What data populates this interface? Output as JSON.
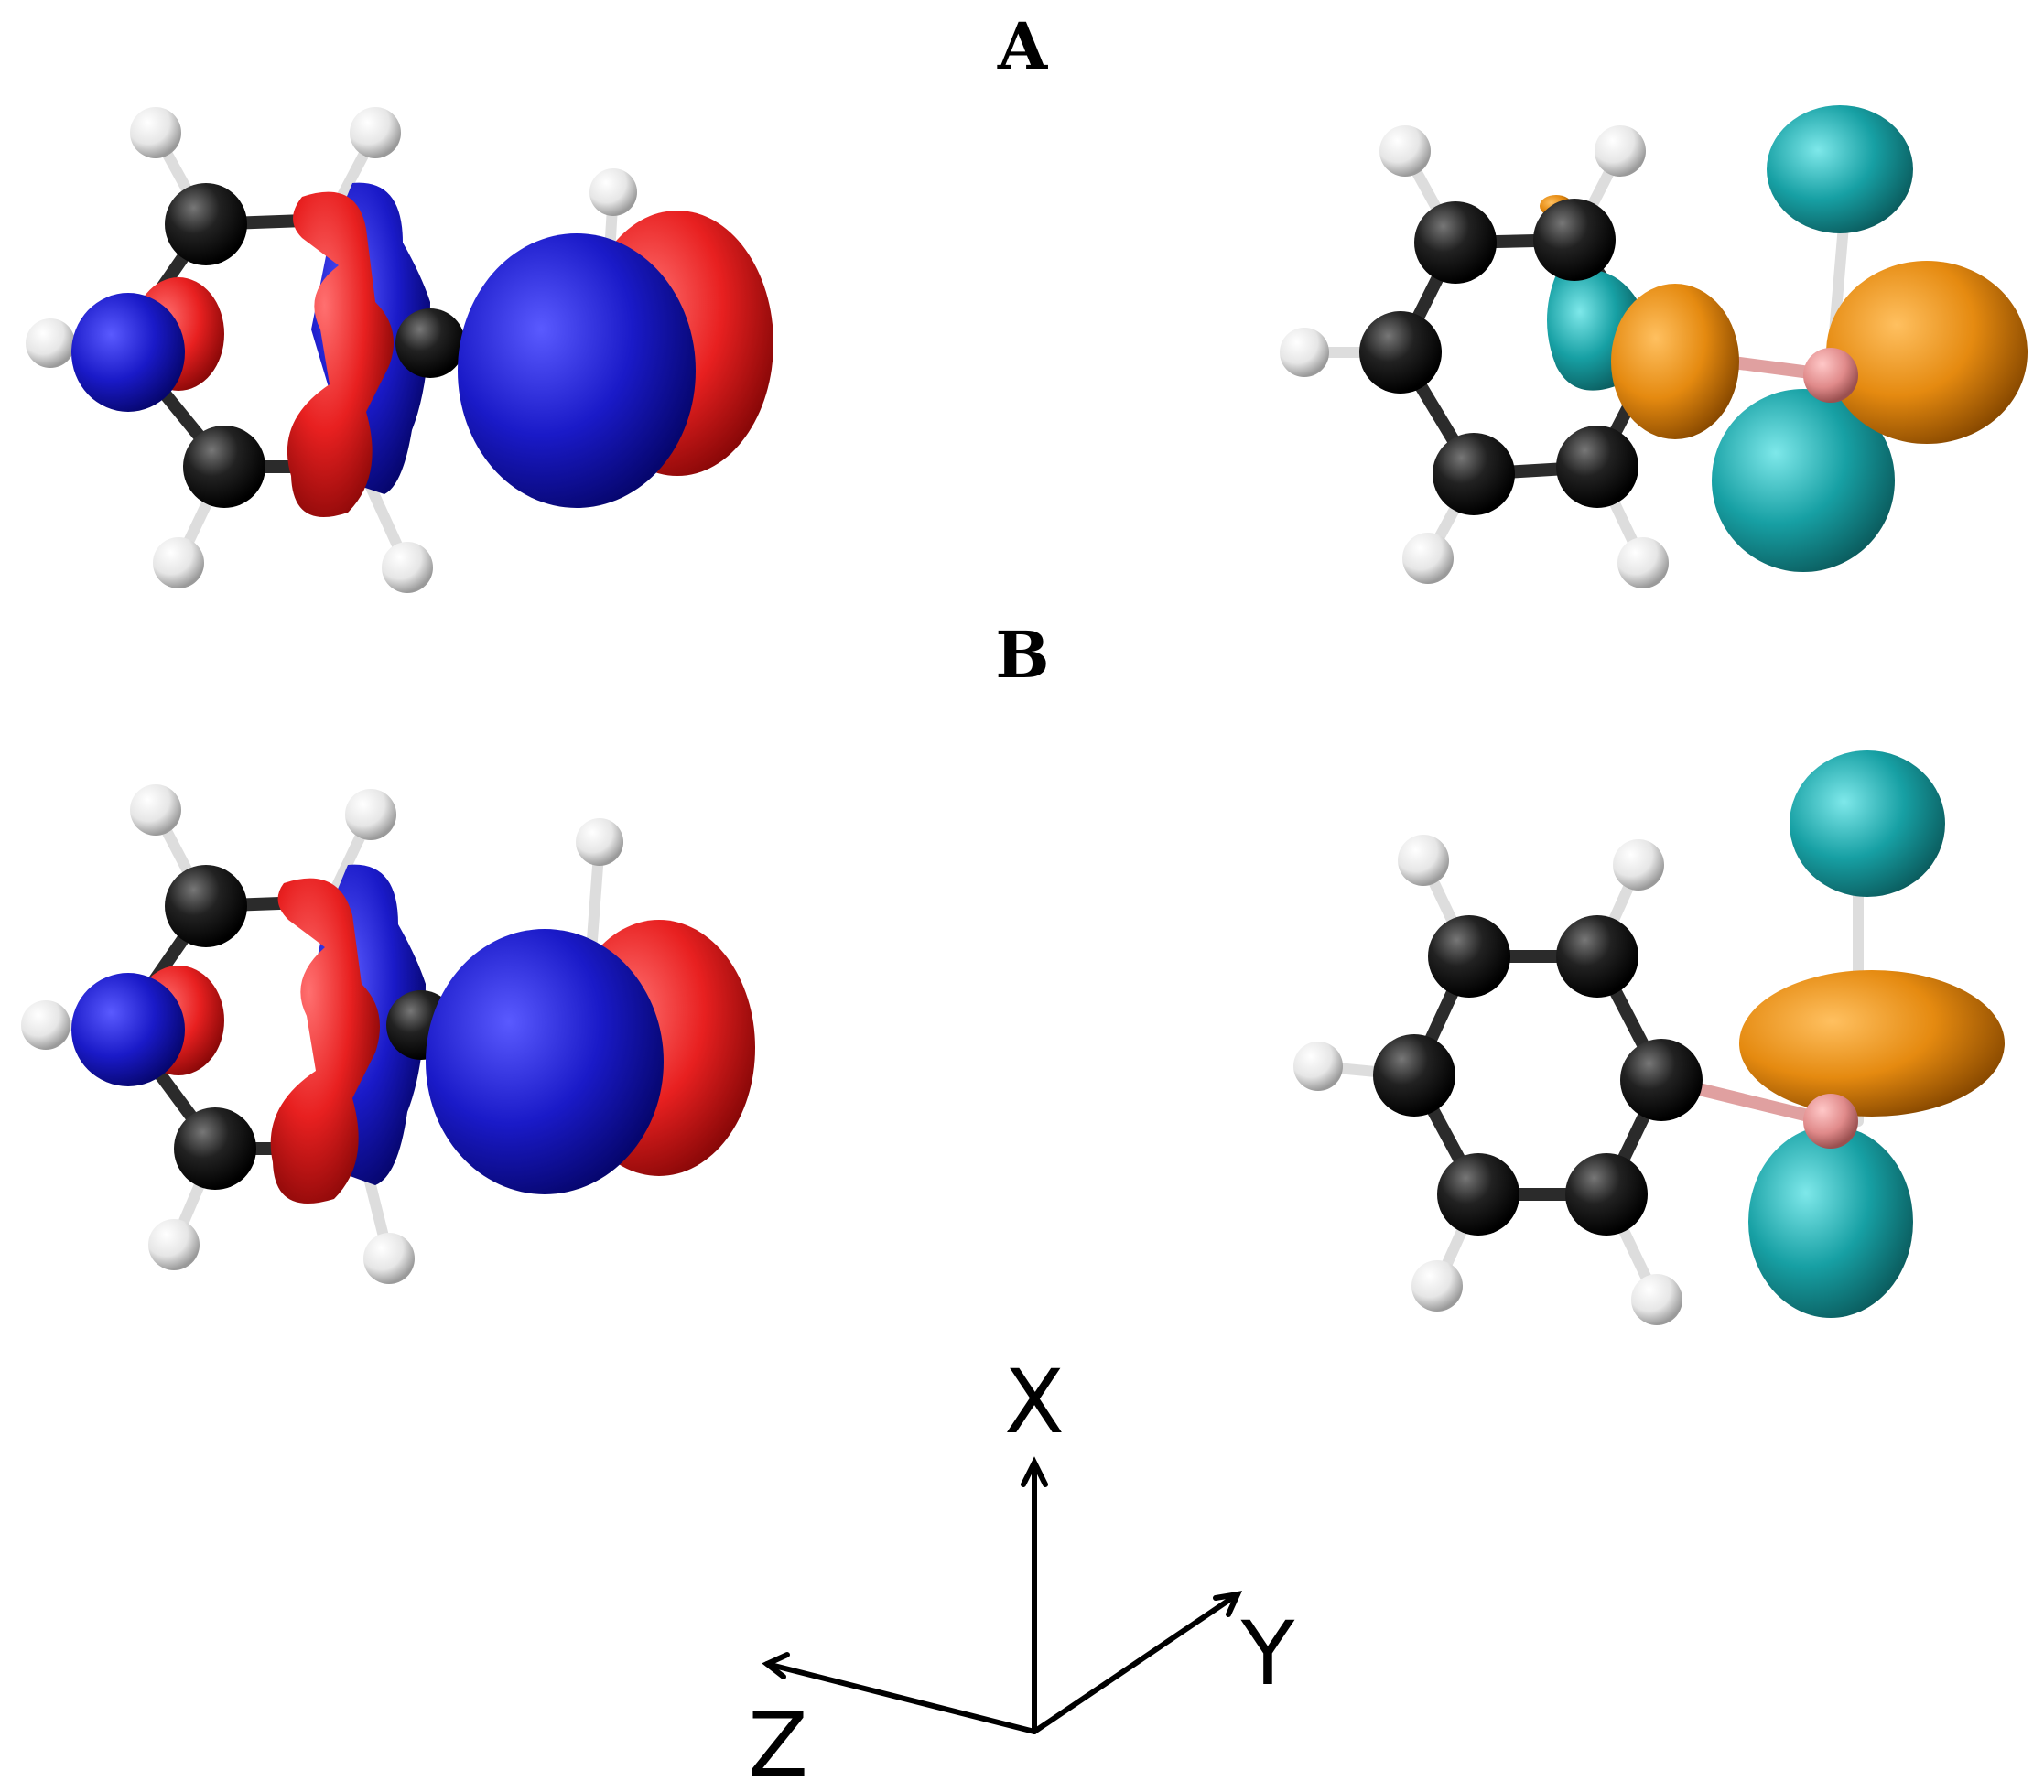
{
  "panels": [
    {
      "label": "A"
    },
    {
      "label": "B"
    }
  ],
  "axes": {
    "x_label": "X",
    "y_label": "Y",
    "z_label": "Z"
  },
  "colors": {
    "lobe_red": "#e82020",
    "lobe_blue": "#1a1ac8",
    "lobe_orange": "#e58a10",
    "lobe_teal": "#17a0a4",
    "carbon": "#222222",
    "hydrogen": "#eeeeee",
    "boron": "#e08a8a",
    "bond": "#2b2b2b"
  }
}
